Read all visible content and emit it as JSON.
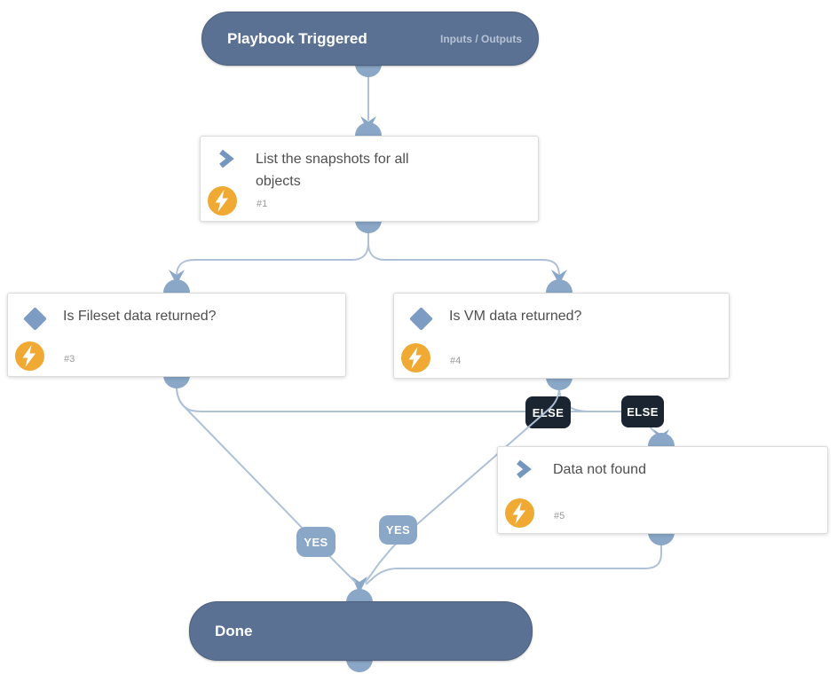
{
  "colors": {
    "pill_fill": "#5b7193",
    "pill_border": "#4d617e",
    "connector": "#8aa7c7",
    "line": "#aec1d8",
    "else_badge": "#1b2532",
    "yes_badge": "#8aa7c7",
    "bolt_circle": "#f0a932",
    "card_border": "#dcdcdc",
    "title_text": "#4f4f4f",
    "number_text": "#999999",
    "chevron_icon": "#7496bf",
    "diamond_icon": "#7d9cc4",
    "pill_secondary_text": "#b6c2d4"
  },
  "nodes": {
    "start": {
      "label": "Playbook Triggered",
      "secondary": "Inputs / Outputs"
    },
    "action1": {
      "title": "List the snapshots for all objects",
      "number": "#1"
    },
    "decision3": {
      "title": "Is Fileset data returned?",
      "number": "#3"
    },
    "decision4": {
      "title": "Is VM data returned?",
      "number": "#4"
    },
    "action5": {
      "title": "Data not found",
      "number": "#5"
    },
    "end": {
      "label": "Done"
    }
  },
  "edge_labels": {
    "else1": "ELSE",
    "else2": "ELSE",
    "yes1": "YES",
    "yes2": "YES"
  }
}
